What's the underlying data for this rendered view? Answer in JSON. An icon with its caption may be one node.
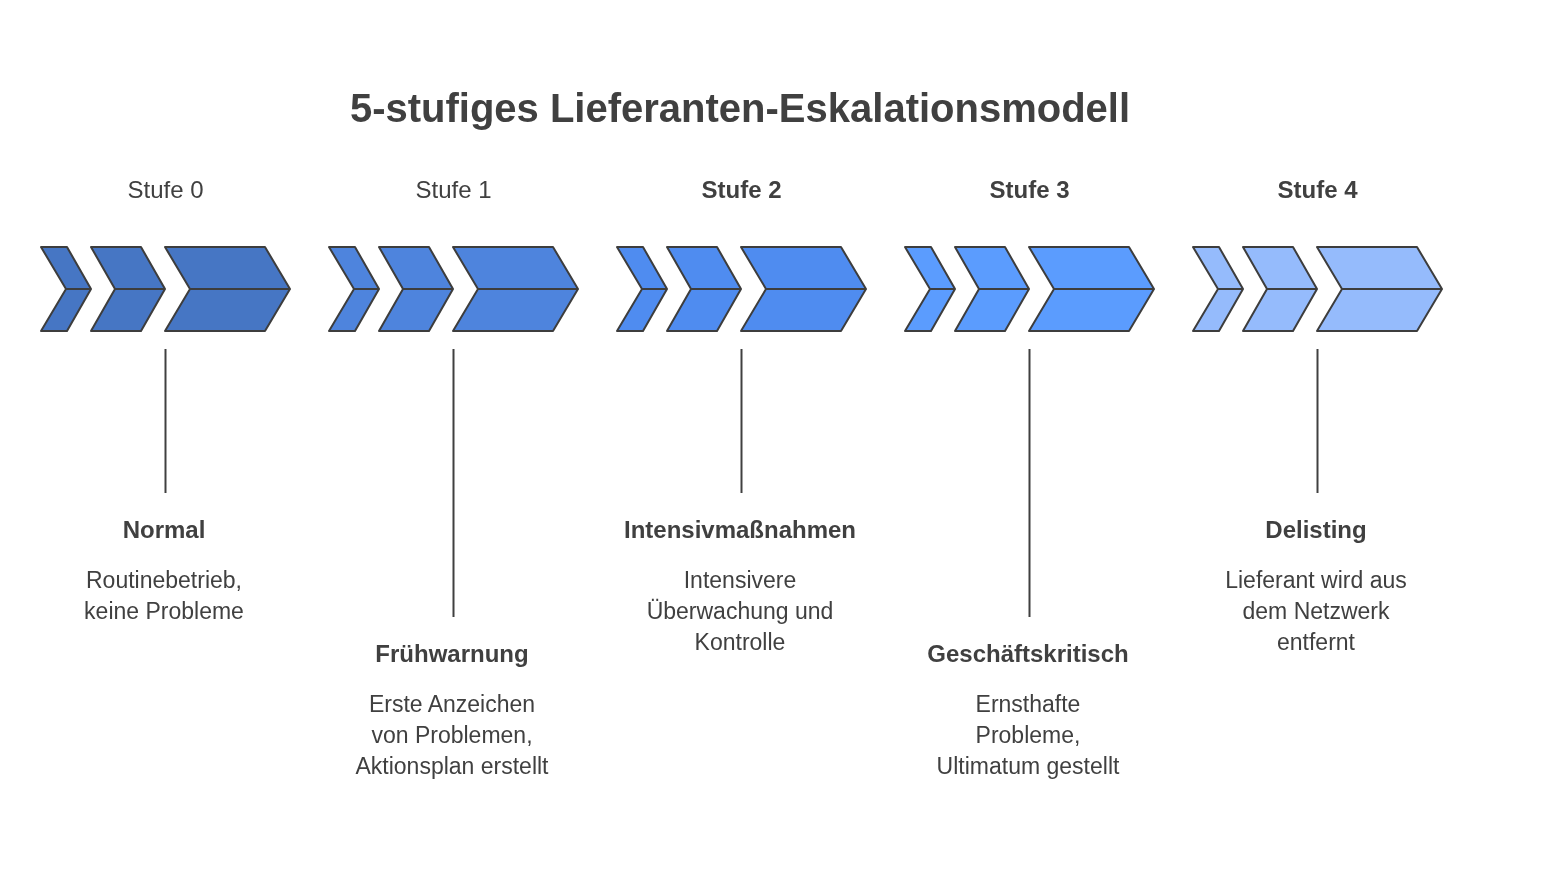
{
  "diagram": {
    "title": "5-stufiges Lieferanten-Eskalationsmodell",
    "nodes": [
      {
        "text": [
          "Stufe 0"
        ]
      },
      {
        "text": [
          "Stufe 1"
        ]
      },
      {
        "text": [
          "Stufe 2"
        ]
      },
      {
        "text": [
          "Stufe 3"
        ]
      },
      {
        "text": [
          "Stufe 4"
        ]
      },
      {
        "text": [
          "Normal",
          "Routinebetrieb, keine Probleme"
        ]
      },
      {
        "text": [
          "Frühwarnung",
          "Erste Anzeichen von Problemen, Aktionsplan erstellt"
        ]
      },
      {
        "text": [
          "Intensivmaßnahmen",
          "Intensivere Überwachung und Kontrolle"
        ]
      },
      {
        "text": [
          "Geschäftskritisch",
          "Ernsthafte Probleme, Ultimatum gestellt"
        ]
      },
      {
        "text": [
          "Delisting",
          "Lieferant wird aus dem Netzwerk entfernt"
        ]
      }
    ],
    "edges": [
      {
        "from": 0,
        "to": 5,
        "arrow": "none"
      },
      {
        "from": 1,
        "to": 6,
        "arrow": "none"
      },
      {
        "from": 2,
        "to": 7,
        "arrow": "none"
      },
      {
        "from": 3,
        "to": 8,
        "arrow": "none"
      },
      {
        "from": 4,
        "to": 9,
        "arrow": "none"
      }
    ]
  }
}
